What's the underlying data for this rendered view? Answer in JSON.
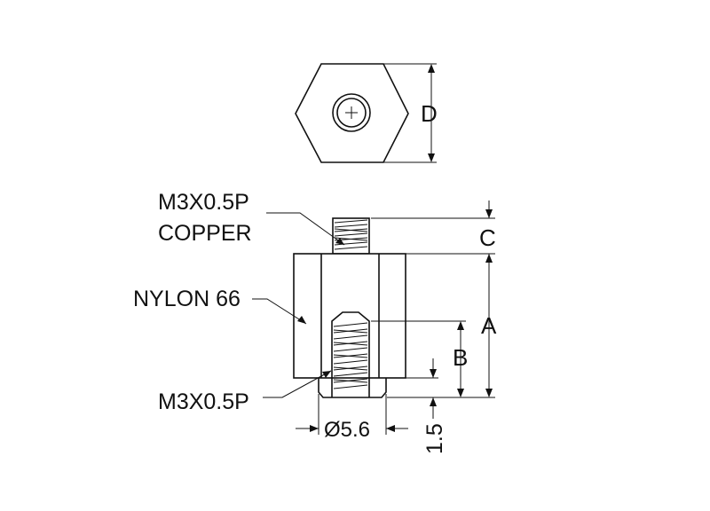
{
  "labels": {
    "top_thread": "M3X0.5P",
    "top_material": "COPPER",
    "body_material": "NYLON 66",
    "bottom_thread": "M3X0.5P"
  },
  "dimensions": {
    "d": "D",
    "c": "C",
    "a": "A",
    "b": "B",
    "diameter": "Ø5.6",
    "flange": "1.5"
  },
  "colors": {
    "line": "#111111",
    "background": "#ffffff"
  }
}
